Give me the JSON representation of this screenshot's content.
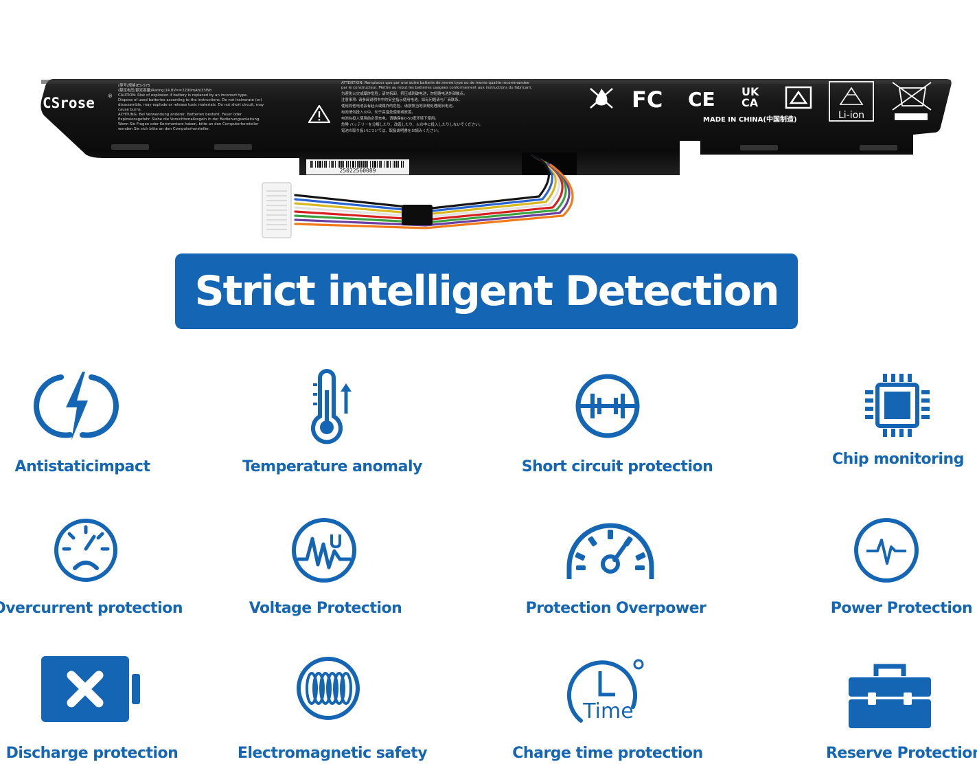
{
  "banner": {
    "title": "Strict intelligent Detection"
  },
  "battery": {
    "brand": "CSrose",
    "registered_mark": "®",
    "model_line": "(型号/规格)ES-575",
    "spec_line": "(额定电压/额定容量)Rating:14.8V==2200mAh/33Wh",
    "caution_en": "CAUTION: Risk of explosion if battery is replaced by an incorrect type.",
    "caution_en_2": "Dispose of used batteries according to the instructions. Do not incinerate (or)",
    "caution_en_3": "disassemble, may explode or release toxic materials. Do not short circuit, may",
    "caution_en_4": "cause burns.",
    "caution_de": "ACHTUNG: Bei Verwendung anderer, Batterien besteht, Feuer oder",
    "caution_de_2": "Explosionsgefahr. Siehe die Vorsichtsmaßregeln in der Bedienungsanleitung.",
    "caution_de_3": "Wenn Sie Fragen oder Kommentare haben, bitte an den Computerhersteller",
    "caution_de_4": "wenden Sie sich bitte an den Computerhersteller.",
    "attention_fr": "ATTENTION: Remplacer que par une autre batterie de meme type ou de meme qualite recommandee",
    "attention_fr_2": "par le constructeur. Mettre au rebut les batteries usagees conformement aux instructions du fabricant.",
    "cn_1": "为避免火灾或爆炸危险，请勿拆卸、挤压或刺破电池，勿短路电池外部触点。",
    "cn_2": "注意事项: 请参阅说明书中的安全指示使用电池。如有问题请与厂商联系。",
    "cn_3": "使用其他电池会有起火或爆炸的危险。请按照当地法规处理废旧电池。",
    "cn_4": "电池请勿投入火中，勿于高温处使用或放置。",
    "cn_5": "电池在投入使用前必须充电，请确保在0-50度环境下使用。",
    "jp_1": "危険 バッテリーを分解したり、改造したり、火の中に投入したりしないでください。",
    "jp_2": "電池の取り扱いについては、取扱説明書をお読みください。",
    "made_in": "MADE IN CHINA(中国制造)",
    "liion": "Li-ion",
    "barcode_number": "25022560089",
    "cert_fc": "FC",
    "cert_ce": "CE",
    "cert_uk": "UK",
    "cert_ca": "CA"
  },
  "features": [
    {
      "icon": "lightning-circle-icon",
      "label": "Antistaticimpact"
    },
    {
      "icon": "thermometer-icon",
      "label": "Temperature anomaly"
    },
    {
      "icon": "short-circuit-icon",
      "label": "Short circuit protection"
    },
    {
      "icon": "chip-icon",
      "label": "Chip  monitoring"
    },
    {
      "icon": "sad-gauge-icon",
      "label": "Overcurrent protection"
    },
    {
      "icon": "voltage-wave-icon",
      "label": "Voltage Protection"
    },
    {
      "icon": "speedometer-icon",
      "label": "Protection Overpower"
    },
    {
      "icon": "heartbeat-icon",
      "label": "Power  Protection"
    },
    {
      "icon": "battery-x-icon",
      "label": "Discharge protection"
    },
    {
      "icon": "coil-icon",
      "label": "Electromagnetic safety"
    },
    {
      "icon": "timer-icon",
      "label": "Charge time protection",
      "icon_text": "Time"
    },
    {
      "icon": "toolbox-icon",
      "label": "Reserve Protection"
    }
  ],
  "colors": {
    "accent": "#1466b4",
    "battery_body": "#111111"
  }
}
